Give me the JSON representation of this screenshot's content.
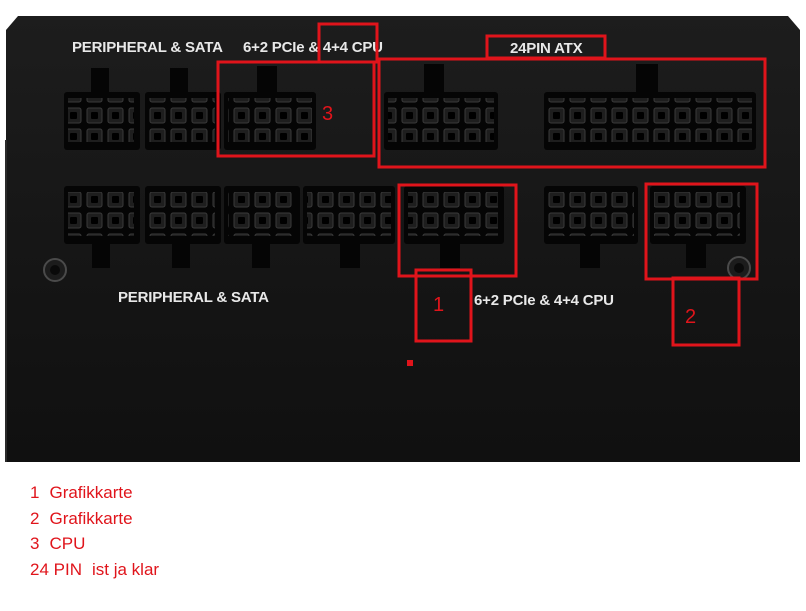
{
  "psu_labels": {
    "top_left": "PERIPHERAL & SATA",
    "top_mid": "6+2 PCIe & 4+4 CPU",
    "top_right": "24PIN ATX",
    "bottom_left": "PERIPHERAL & SATA",
    "bottom_mid": "6+2 PCIe & 4+4 CPU"
  },
  "markers": {
    "one": "1",
    "two": "2",
    "three": "3"
  },
  "legend": [
    {
      "key": "1",
      "text": "Grafikkarte"
    },
    {
      "key": "2",
      "text": "Grafikkarte"
    },
    {
      "key": "3",
      "text": "CPU"
    },
    {
      "key": "24 PIN",
      "text": "ist ja klar"
    }
  ],
  "colors": {
    "annotation": "#e0141b",
    "panel": "#151515",
    "connector": "#050505"
  }
}
